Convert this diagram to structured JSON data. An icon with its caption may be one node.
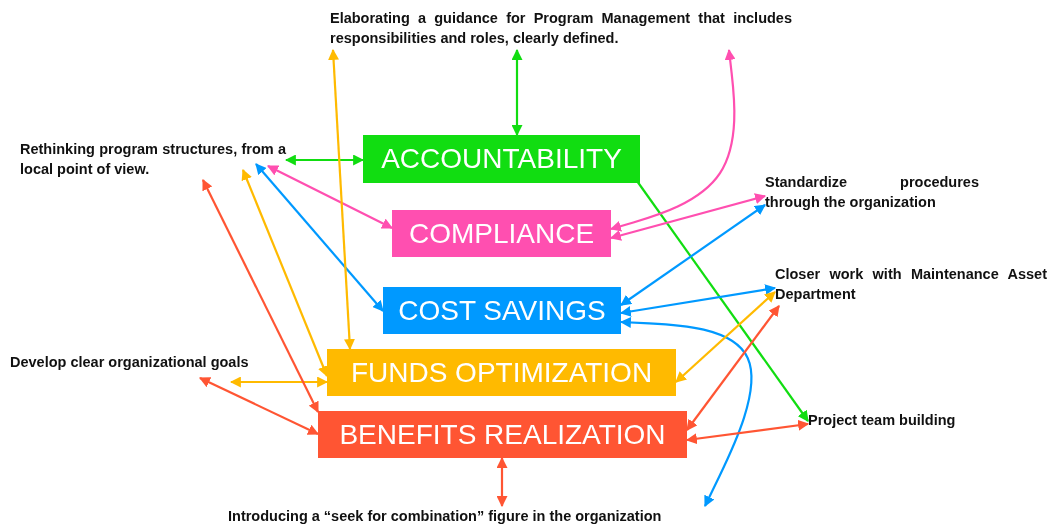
{
  "diagram": {
    "nodes": [
      {
        "text": [
          "Elaborating a guidance for Program Management that includes responsibilities and roles, clearly defined."
        ]
      },
      {
        "text": [
          "Rethinking program structures, from a local point of view."
        ]
      },
      {
        "text": [
          "Standardize procedures through the organization"
        ]
      },
      {
        "text": [
          "Closer work with Maintenance Asset Department"
        ]
      },
      {
        "text": [
          "Develop clear organizational goals"
        ]
      },
      {
        "text": [
          "Project team building"
        ]
      },
      {
        "text": [
          "Introducing a “seek for combination” figure in the organization"
        ]
      },
      {
        "text": [
          "ACCOUNTABILITY"
        ]
      },
      {
        "text": [
          "COMPLIANCE"
        ]
      },
      {
        "text": [
          "COST SAVINGS"
        ]
      },
      {
        "text": [
          "FUNDS OPTIMIZATION"
        ]
      },
      {
        "text": [
          "BENEFITS REALIZATION"
        ]
      }
    ],
    "edges": [
      {
        "from": 7,
        "to": 0,
        "arrow": "both",
        "color": "#11dd11"
      },
      {
        "from": 7,
        "to": 1,
        "arrow": "both",
        "color": "#11dd11"
      },
      {
        "from": 7,
        "to": 5,
        "arrow": "to",
        "color": "#11dd11"
      },
      {
        "from": 8,
        "to": 1,
        "arrow": "both",
        "color": "#ff4fb0"
      },
      {
        "from": 8,
        "to": 0,
        "arrow": "both",
        "color": "#ff4fb0"
      },
      {
        "from": 8,
        "to": 2,
        "arrow": "both",
        "color": "#ff4fb0"
      },
      {
        "from": 9,
        "to": 1,
        "arrow": "both",
        "color": "#0099ff"
      },
      {
        "from": 9,
        "to": 2,
        "arrow": "both",
        "color": "#0099ff"
      },
      {
        "from": 9,
        "to": 3,
        "arrow": "both",
        "color": "#0099ff"
      },
      {
        "from": 9,
        "to": 6,
        "arrow": "both",
        "color": "#0099ff"
      },
      {
        "from": 10,
        "to": 0,
        "arrow": "both",
        "color": "#ffba00"
      },
      {
        "from": 10,
        "to": 1,
        "arrow": "both",
        "color": "#ffba00"
      },
      {
        "from": 10,
        "to": 4,
        "arrow": "both",
        "color": "#ffba00"
      },
      {
        "from": 10,
        "to": 3,
        "arrow": "both",
        "color": "#ffba00"
      },
      {
        "from": 11,
        "to": 1,
        "arrow": "both",
        "color": "#ff5533"
      },
      {
        "from": 11,
        "to": 4,
        "arrow": "both",
        "color": "#ff5533"
      },
      {
        "from": 11,
        "to": 3,
        "arrow": "both",
        "color": "#ff5533"
      },
      {
        "from": 11,
        "to": 5,
        "arrow": "both",
        "color": "#ff5533"
      },
      {
        "from": 11,
        "to": 6,
        "arrow": "both",
        "color": "#ff5533"
      }
    ]
  }
}
